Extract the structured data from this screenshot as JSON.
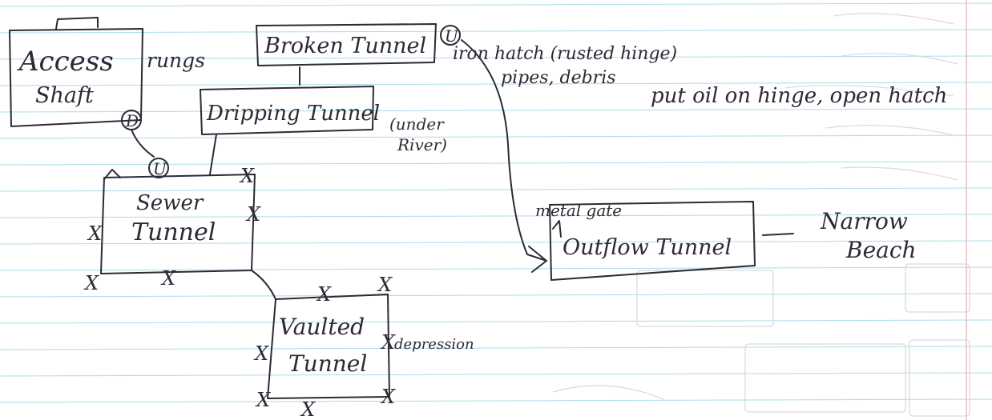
{
  "colors": {
    "paper": "#ffffff",
    "rule_line": "#a9dcea",
    "margin_line": "#f1b9c2",
    "ink": "#2e2a35",
    "ghost_ink": "#d9d9d9"
  },
  "rooms": {
    "access_shaft": {
      "line1": "Access",
      "line2": "Shaft"
    },
    "broken_tunnel": {
      "label": "Broken Tunnel"
    },
    "dripping_tunnel": {
      "label": "Dripping Tunnel"
    },
    "sewer_tunnel": {
      "line1": "Sewer",
      "line2": "Tunnel"
    },
    "vaulted_tunnel": {
      "line1": "Vaulted",
      "line2": "Tunnel"
    },
    "outflow_tunnel": {
      "label": "Outflow Tunnel"
    }
  },
  "notes": {
    "access_shaft": "rungs",
    "broken_tunnel_line1": "iron hatch (rusted hinge)",
    "broken_tunnel_line2": "pipes, debris",
    "solution": "put oil on hinge, open hatch",
    "dripping_tunnel_line1": "(under",
    "dripping_tunnel_line2": "River)",
    "outflow_gate": "metal gate",
    "vaulted_tunnel": "depression",
    "narrow_beach_line1": "Narrow",
    "narrow_beach_line2": "Beach"
  },
  "markers": {
    "access_down": "D",
    "sewer_up": "U",
    "broken_up": "U",
    "exit": "X"
  }
}
